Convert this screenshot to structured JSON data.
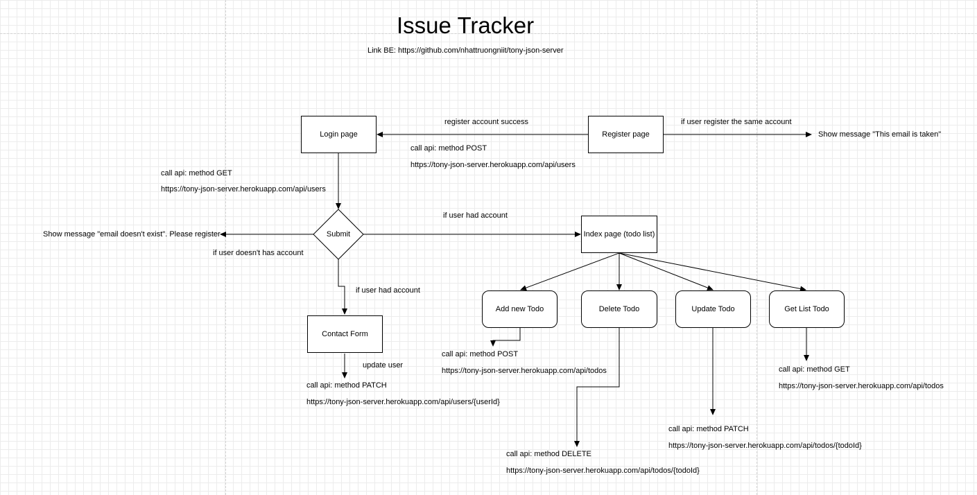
{
  "title": "Issue Tracker",
  "link_be": "Link BE: https://github.com/nhattruongniit/tony-json-server",
  "nodes": {
    "login": "Login page",
    "register": "Register page",
    "submit": "Submit",
    "index": "Index page (todo list)",
    "contact": "Contact Form",
    "add": "Add new Todo",
    "delete": "Delete Todo",
    "update": "Update Todo",
    "getlist": "Get List Todo"
  },
  "labels": {
    "register_success": "register account success",
    "register_api_method": "call api: method POST",
    "register_api_url": "https://tony-json-server.herokuapp.com/api/users",
    "register_same": "if user register the same account",
    "email_taken": "Show message \"This email is taken\"",
    "login_api_method": "call api: method GET",
    "login_api_url": "https://tony-json-server.herokuapp.com/api/users",
    "email_not_exist": "Show message \"email doesn't exist\". Please register",
    "no_account": "if user doesn't has account",
    "had_account_index": "if user had account",
    "had_account_contact": "if user had account",
    "update_user": "update user",
    "contact_api_method": "call api: method PATCH",
    "contact_api_url": "https://tony-json-server.herokuapp.com/api/users/{userId}",
    "add_api_method": "call api: method POST",
    "add_api_url": "https://tony-json-server.herokuapp.com/api/todos",
    "delete_api_method": "call api: method DELETE",
    "delete_api_url": "https://tony-json-server.herokuapp.com/api/todos/{todoId}",
    "update_api_method": "call api: method PATCH",
    "update_api_url": "https://tony-json-server.herokuapp.com/api/todos/{todoId}",
    "getlist_api_method": "call api: method GET",
    "getlist_api_url": "https://tony-json-server.herokuapp.com/api/todos"
  }
}
